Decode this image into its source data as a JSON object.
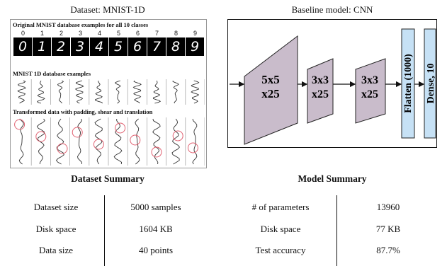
{
  "left_title": "Dataset: MNIST-1D",
  "right_title": "Baseline model: CNN",
  "dataset_image": {
    "section1_title": "Original MNIST database examples for all 10 classes",
    "digit_labels": [
      "0",
      "1",
      "2",
      "3",
      "4",
      "5",
      "6",
      "7",
      "8",
      "9"
    ],
    "section2_title": "MNIST 1D database examples",
    "section3_title": "Transformed data with padding, shear and translation"
  },
  "model": {
    "layers": [
      {
        "label_line1": "5x5",
        "label_line2": "x25"
      },
      {
        "label_line1": "3x3",
        "label_line2": "x25"
      },
      {
        "label_line1": "3x3",
        "label_line2": "x25"
      }
    ],
    "flatten_label": "Flatten (1000)",
    "dense_label": "Dense, 10",
    "colors": {
      "conv_fill": "#c9bccb",
      "fc_fill": "#c6e1f5"
    }
  },
  "dataset_summary": {
    "title": "Dataset Summary",
    "rows": [
      {
        "label": "Dataset size",
        "value": "5000 samples"
      },
      {
        "label": "Disk space",
        "value": "1604 KB"
      },
      {
        "label": "Data size",
        "value": "40 points"
      }
    ]
  },
  "model_summary": {
    "title": "Model Summary",
    "rows": [
      {
        "label": "# of parameters",
        "value": "13960"
      },
      {
        "label": "Disk space",
        "value": "77 KB"
      },
      {
        "label": "Test accuracy",
        "value": "87.7%"
      }
    ]
  }
}
